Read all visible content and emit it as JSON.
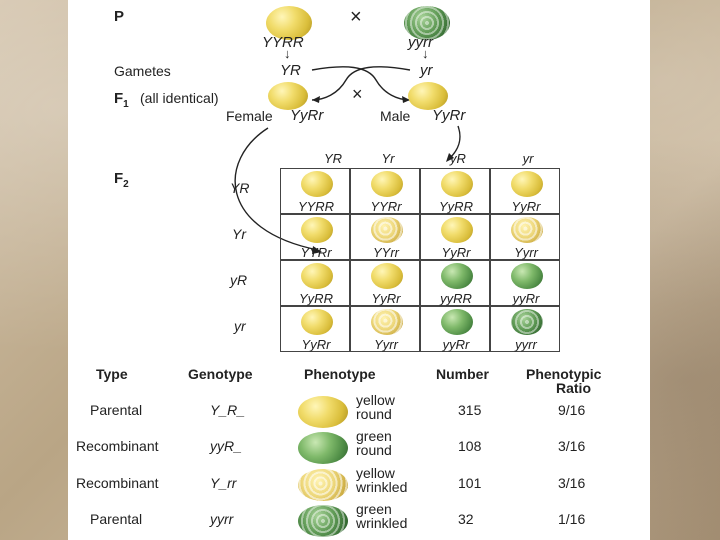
{
  "cross": {
    "p_label": "P",
    "cross_symbol": "×",
    "p_female_genotype": "YYRR",
    "p_male_genotype": "yyrr",
    "gametes_label": "Gametes",
    "gamete_left": "YR",
    "gamete_right": "yr",
    "f1_label": "F",
    "f1_sub": "1",
    "f1_note": "(all identical)",
    "female_label": "Female",
    "female_genotype": "YyRr",
    "male_label": "Male",
    "male_genotype": "YyRr",
    "f2_label": "F",
    "f2_sub": "2"
  },
  "punnett": {
    "col_headers": [
      "YR",
      "Yr",
      "yR",
      "yr"
    ],
    "row_headers": [
      "YR",
      "Yr",
      "yR",
      "yr"
    ],
    "cells": [
      [
        {
          "g": "YYRR",
          "p": "yellow-round"
        },
        {
          "g": "YYRr",
          "p": "yellow-round"
        },
        {
          "g": "YyRR",
          "p": "yellow-round"
        },
        {
          "g": "YyRr",
          "p": "yellow-round"
        }
      ],
      [
        {
          "g": "YYRr",
          "p": "yellow-round"
        },
        {
          "g": "YYrr",
          "p": "yellow-wrinkled"
        },
        {
          "g": "YyRr",
          "p": "yellow-round"
        },
        {
          "g": "Yyrr",
          "p": "yellow-wrinkled"
        }
      ],
      [
        {
          "g": "YyRR",
          "p": "yellow-round"
        },
        {
          "g": "YyRr",
          "p": "yellow-round"
        },
        {
          "g": "yyRR",
          "p": "green-round"
        },
        {
          "g": "yyRr",
          "p": "green-round"
        }
      ],
      [
        {
          "g": "YyRr",
          "p": "yellow-round"
        },
        {
          "g": "Yyrr",
          "p": "yellow-wrinkled"
        },
        {
          "g": "yyRr",
          "p": "green-round"
        },
        {
          "g": "yyrr",
          "p": "green-wrinkled"
        }
      ]
    ]
  },
  "table": {
    "headers": {
      "type": "Type",
      "genotype": "Genotype",
      "phenotype": "Phenotype",
      "number": "Number",
      "ratio_line1": "Phenotypic",
      "ratio_line2": "Ratio"
    },
    "rows": [
      {
        "type": "Parental",
        "genotype": "Y_R_",
        "pheno1": "yellow",
        "pheno2": "round",
        "pea": "yellow-round",
        "number": "315",
        "ratio": "9/16"
      },
      {
        "type": "Recombinant",
        "genotype": "yyR_",
        "pheno1": "green",
        "pheno2": "round",
        "pea": "green-round",
        "number": "108",
        "ratio": "3/16"
      },
      {
        "type": "Recombinant",
        "genotype": "Y_rr",
        "pheno1": "yellow",
        "pheno2": "wrinkled",
        "pea": "yellow-wrinkled",
        "number": "101",
        "ratio": "3/16"
      },
      {
        "type": "Parental",
        "genotype": "yyrr",
        "pheno1": "green",
        "pheno2": "wrinkled",
        "pea": "green-wrinkled",
        "number": "32",
        "ratio": "1/16"
      }
    ]
  },
  "colors": {
    "yellow_pea": "#e6cd55",
    "green_pea": "#5f9a55",
    "text": "#222222"
  }
}
